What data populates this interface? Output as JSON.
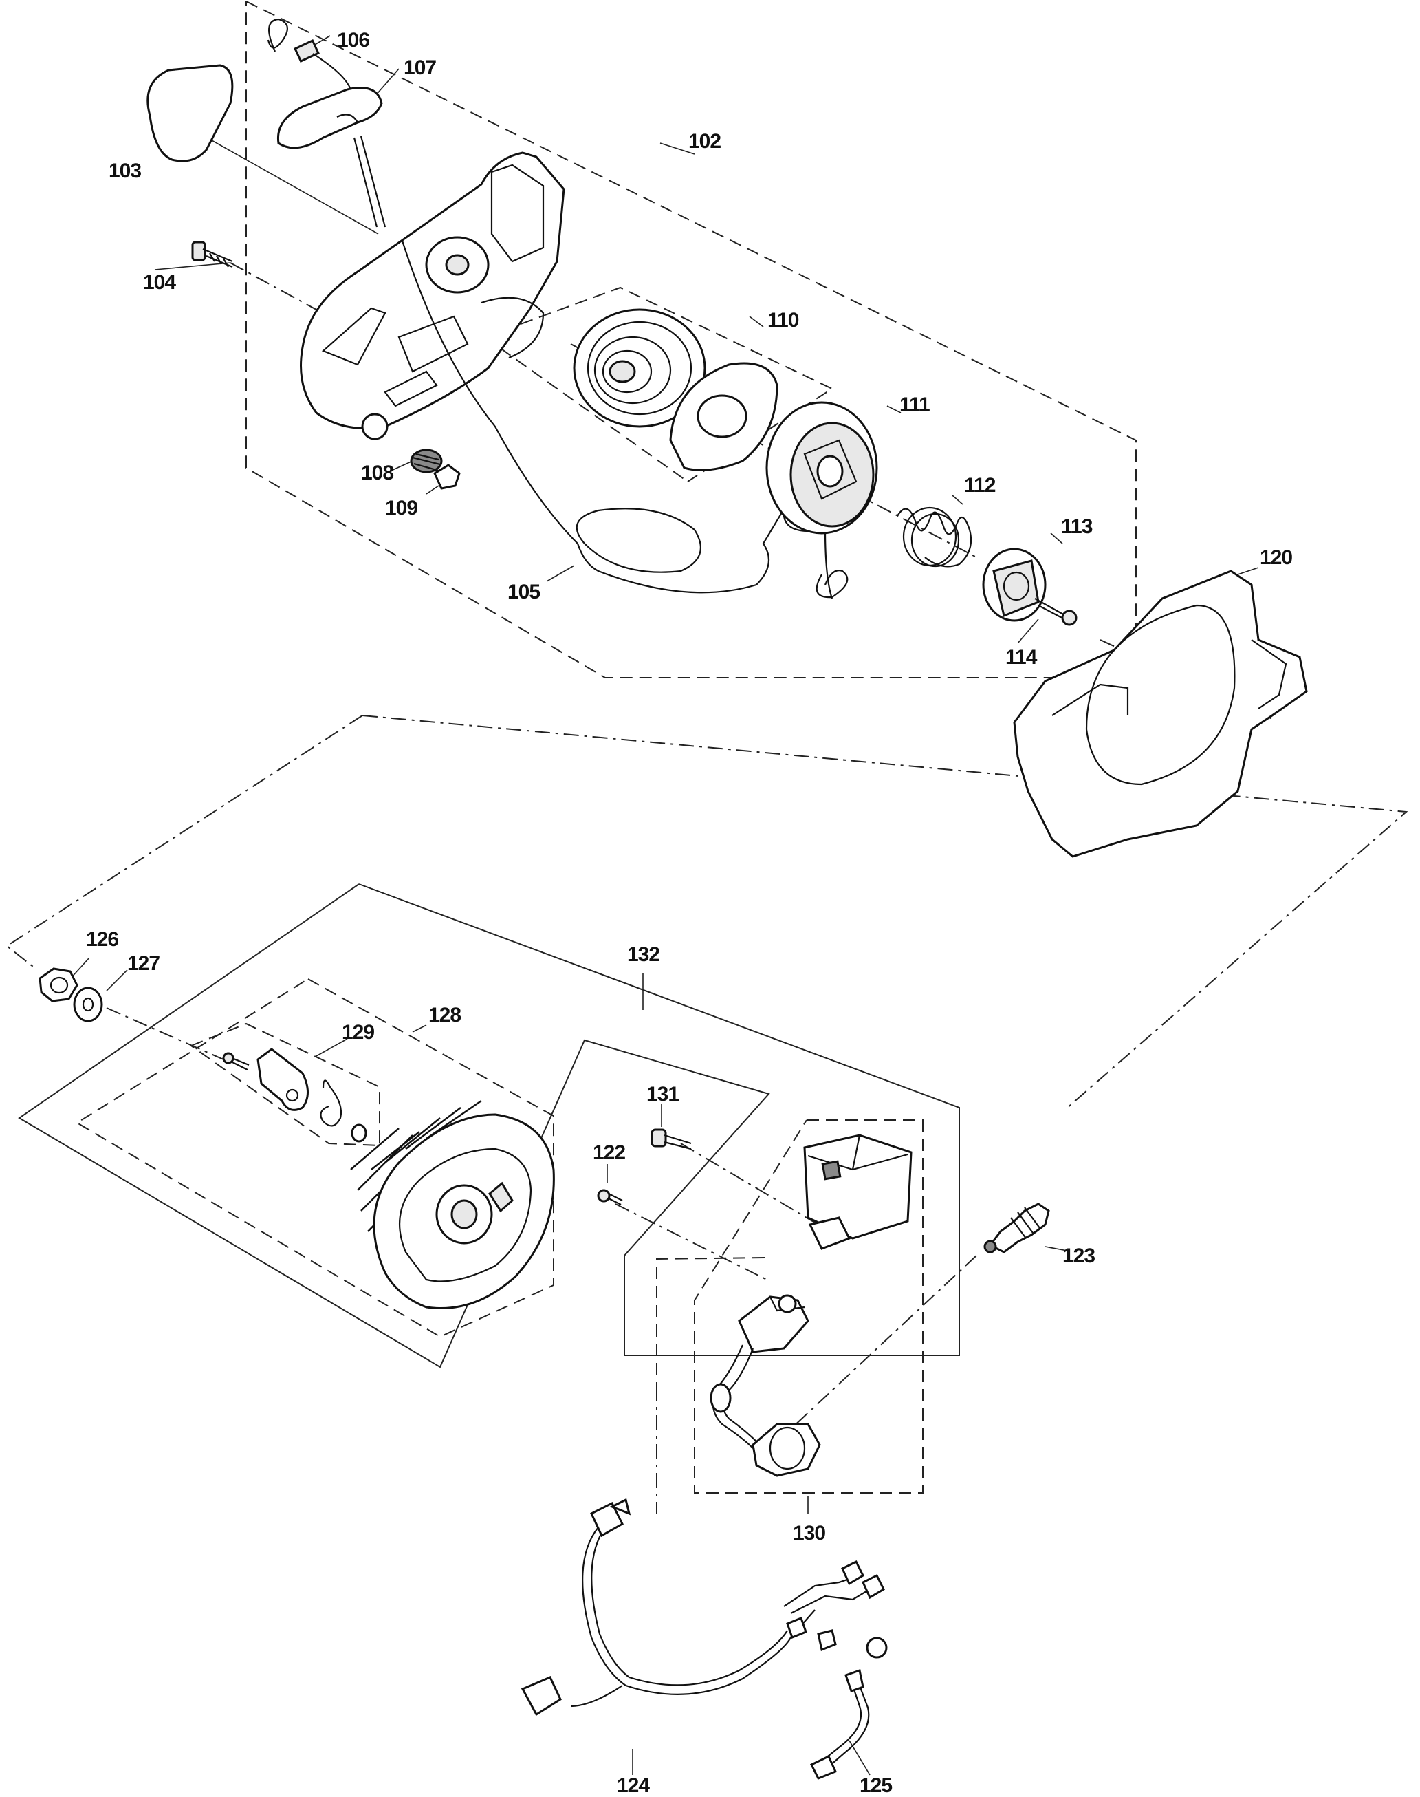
{
  "diagram": {
    "labels": {
      "p102": "102",
      "p103": "103",
      "p104": "104",
      "p105": "105",
      "p106": "106",
      "p107": "107",
      "p108": "108",
      "p109": "109",
      "p110": "110",
      "p111": "111",
      "p112": "112",
      "p113": "113",
      "p114": "114",
      "p120": "120",
      "p122": "122",
      "p123": "123",
      "p124": "124",
      "p125": "125",
      "p126": "126",
      "p127": "127",
      "p128": "128",
      "p129": "129",
      "p130": "130",
      "p131": "131",
      "p132": "132"
    }
  }
}
